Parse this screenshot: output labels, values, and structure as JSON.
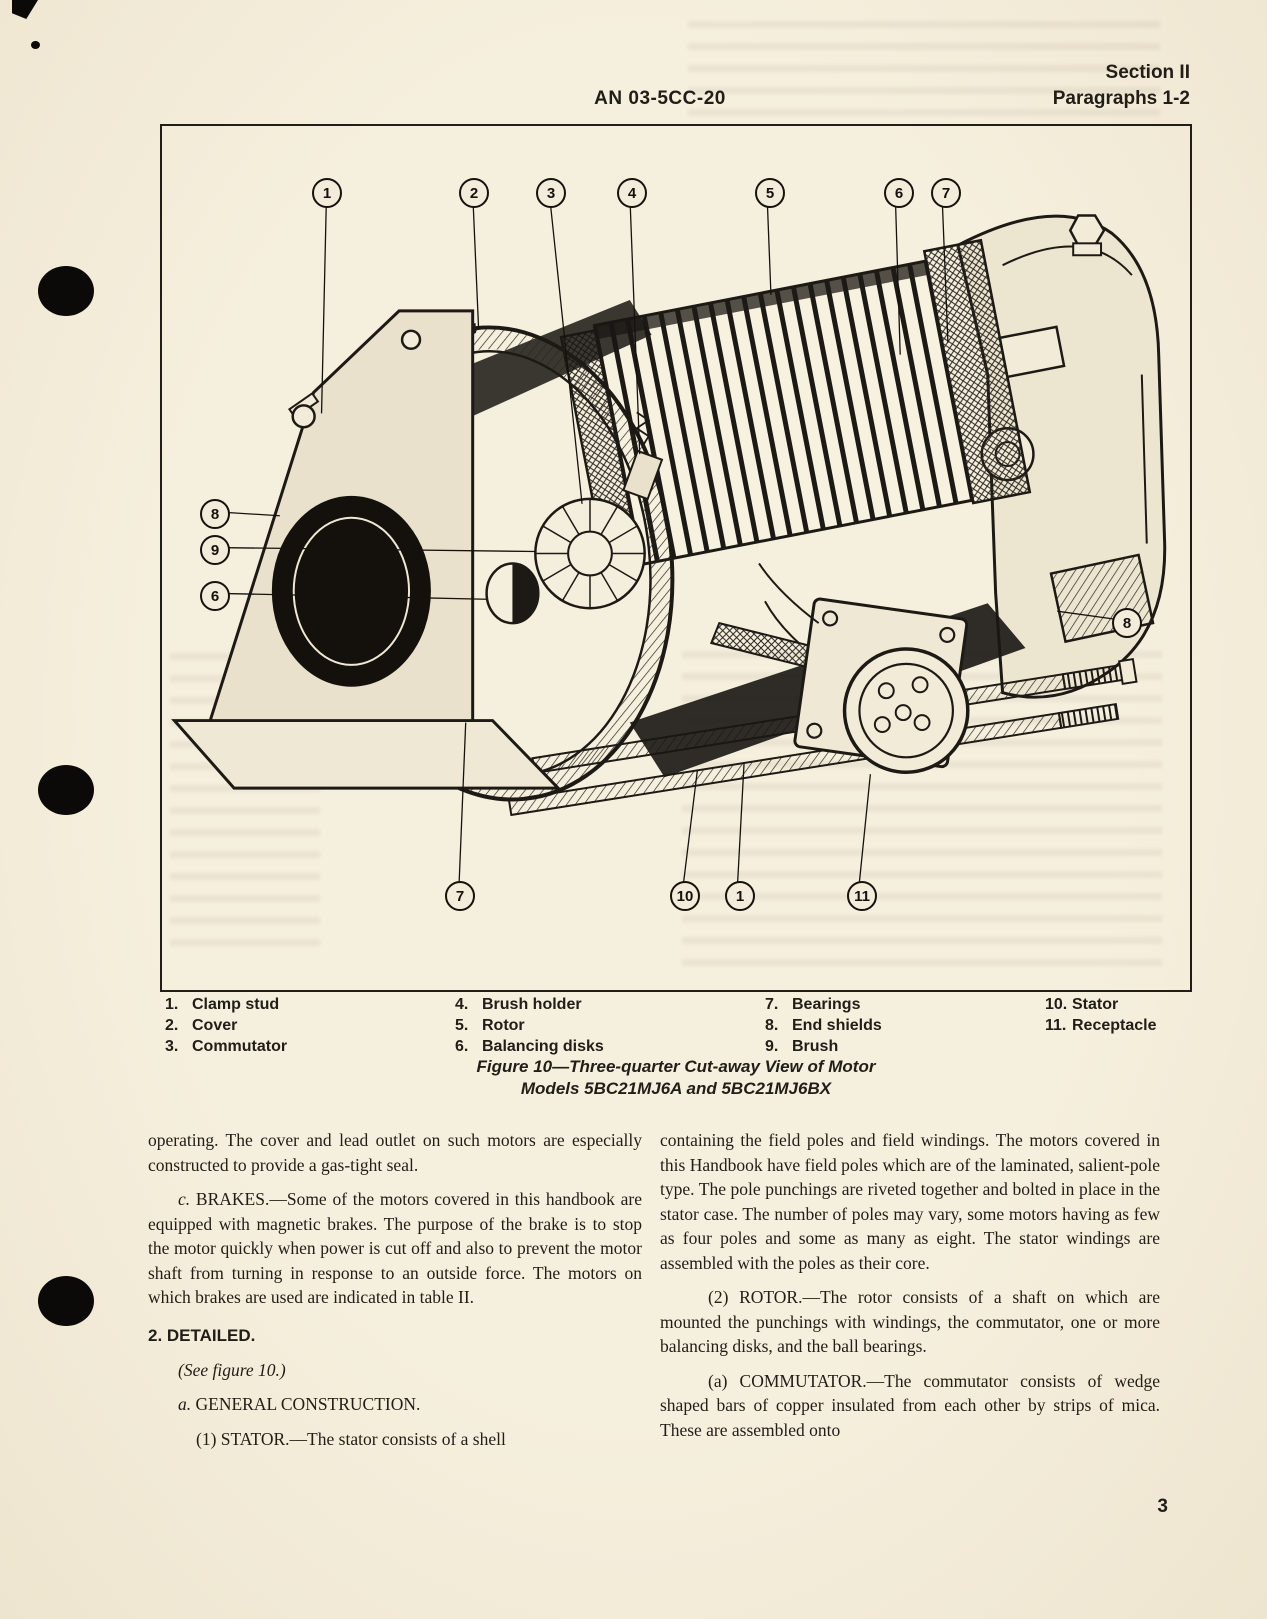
{
  "header": {
    "doc_number": "AN 03-5CC-20",
    "section": "Section II",
    "paragraphs_ref": "Paragraphs 1-2"
  },
  "figure": {
    "callouts": [
      "1",
      "2",
      "3",
      "4",
      "5",
      "6",
      "7",
      "8",
      "9",
      "6",
      "8",
      "7",
      "10",
      "1",
      "11"
    ],
    "legend": [
      {
        "num": "1.",
        "label": "Clamp stud"
      },
      {
        "num": "2.",
        "label": "Cover"
      },
      {
        "num": "3.",
        "label": "Commutator"
      },
      {
        "num": "4.",
        "label": "Brush holder"
      },
      {
        "num": "5.",
        "label": "Rotor"
      },
      {
        "num": "6.",
        "label": "Balancing disks"
      },
      {
        "num": "7.",
        "label": "Bearings"
      },
      {
        "num": "8.",
        "label": "End shields"
      },
      {
        "num": "9.",
        "label": "Brush"
      },
      {
        "num": "10.",
        "label": "Stator"
      },
      {
        "num": "11.",
        "label": "Receptacle"
      }
    ],
    "caption_line1": "Figure 10—Three-quarter Cut-away View of Motor",
    "caption_line2": "Models 5BC21MJ6A and 5BC21MJ6BX"
  },
  "body": {
    "left": {
      "p1": "operating. The cover and lead outlet on such motors are especially constructed to provide a gas-tight seal.",
      "p2_lead": "c.",
      "p2": " BRAKES.—Some of the motors covered in this handbook are equipped with magnetic brakes. The purpose of the brake is to stop the motor quickly when power is cut off and also to prevent the motor shaft from turning in response to an outside force. The motors on which brakes are used are indicated in table II.",
      "h2": "2. DETAILED.",
      "see_figure": "(See figure 10.)",
      "pa_lead": "a.",
      "pa": " GENERAL CONSTRUCTION.",
      "p_stator": "(1) STATOR.—The stator consists of a shell"
    },
    "right": {
      "p1": "containing the field poles and field windings. The motors covered in this Handbook have field poles which are of the laminated, salient-pole type. The pole punchings are riveted together and bolted in place in the stator case. The number of poles may vary, some motors having as few as four poles and some as many as eight. The stator windings are assembled with the poles as their core.",
      "p2": "(2) ROTOR.—The rotor consists of a shaft on which are mounted the punchings with windings, the commutator, one or more balancing disks, and the ball bearings.",
      "p3": "(a) COMMUTATOR.—The commutator consists of wedge shaped bars of copper insulated from each other by strips of mica. These are assembled onto"
    }
  },
  "footer": {
    "page_number": "3"
  }
}
